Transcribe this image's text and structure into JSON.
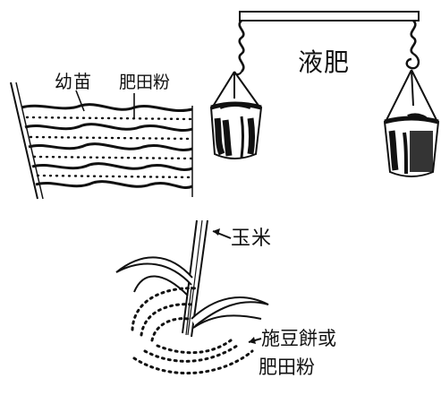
{
  "labels": {
    "seedling": "幼苗",
    "field_manure": "肥田粉",
    "liquid_fertilizer": "液肥",
    "corn": "玉米",
    "apply_cake_or": "施豆餅或",
    "field_manure_bottom": "肥田粉"
  },
  "colors": {
    "ink": "#111111",
    "paper": "#ffffff",
    "shade": "#2a2a2a"
  }
}
